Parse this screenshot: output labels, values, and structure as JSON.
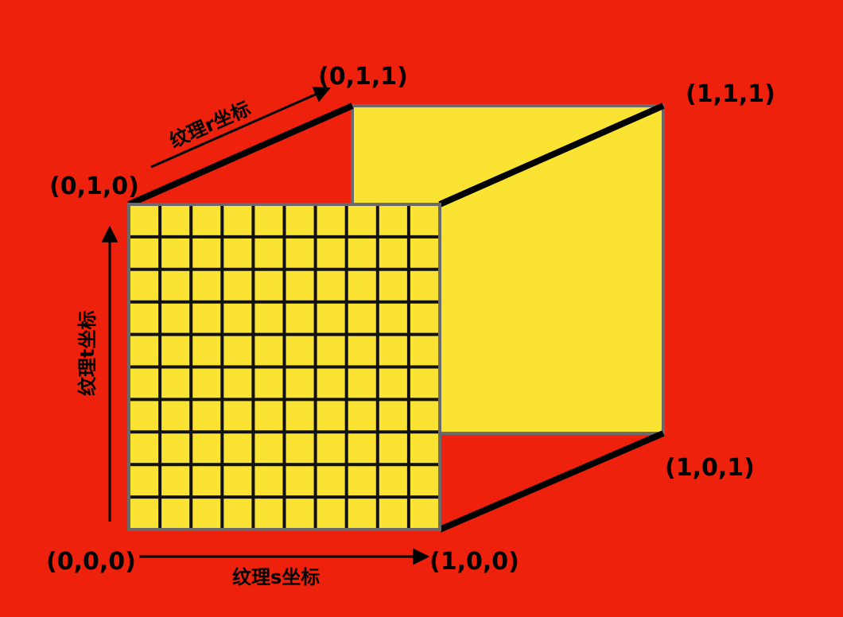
{
  "corners": {
    "origin": "(0,0,0)",
    "s_end": "(1,0,0)",
    "t_end": "(0,1,0)",
    "r_end": "(0,1,1)",
    "far_top": "(1,1,1)",
    "far_bottom": "(1,0,1)"
  },
  "axes": {
    "s_label": "纹理s坐标",
    "t_label": "纹理t坐标",
    "r_label": "纹理r坐标"
  },
  "grid": {
    "columns": 10,
    "rows": 10
  },
  "colors": {
    "background": "#ee220c",
    "face_fill": "#fbe334",
    "face_stroke": "#6a6a6a",
    "grid_line": "#111111",
    "edge": "#000000"
  }
}
